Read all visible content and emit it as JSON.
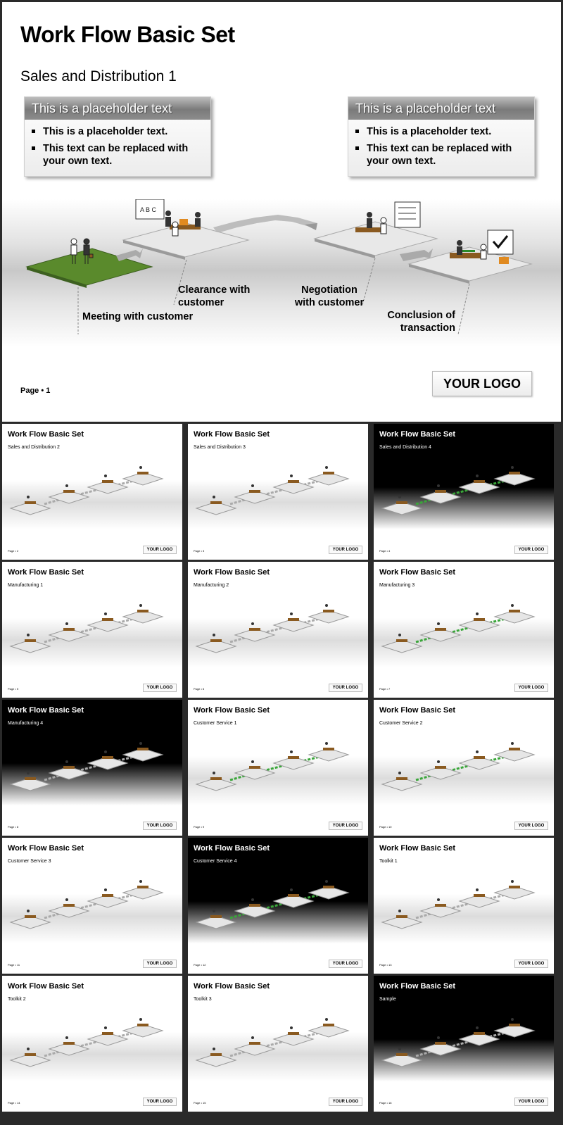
{
  "main": {
    "title": "Work Flow Basic Set",
    "subtitle": "Sales and Distribution 1",
    "placeholder_boxes": [
      {
        "header": "This is a placeholder text",
        "bullets": [
          "This is a placeholder text.",
          "This text can be replaced with your own text."
        ]
      },
      {
        "header": "This is a placeholder text",
        "bullets": [
          "This is a placeholder text.",
          "This text can be replaced with your own text."
        ]
      }
    ],
    "flow_labels": {
      "meeting": "Meeting with customer",
      "clearance": "Clearance with customer",
      "negotiation": "Negotiation with customer",
      "conclusion": "Conclusion of transaction"
    },
    "page": "Page • 1",
    "logo": "YOUR LOGO",
    "colors": {
      "accent_green": "#5a8a2c",
      "header_gray": "#8c8c8c"
    }
  },
  "thumbnails": [
    {
      "title": "Work Flow Basic Set",
      "subtitle": "Sales and Distribution 2",
      "logo": "YOUR LOGO",
      "page": "Page • 2",
      "dark": false
    },
    {
      "title": "Work Flow Basic Set",
      "subtitle": "Sales and Distribution 3",
      "logo": "YOUR LOGO",
      "page": "Page • 3",
      "dark": false
    },
    {
      "title": "Work Flow Basic Set",
      "subtitle": "Sales and Distribution 4",
      "logo": "YOUR LOGO",
      "page": "Page • 4",
      "dark": true
    },
    {
      "title": "Work Flow Basic Set",
      "subtitle": "Manufacturing 1",
      "logo": "YOUR LOGO",
      "page": "Page • 5",
      "dark": false
    },
    {
      "title": "Work Flow Basic Set",
      "subtitle": "Manufacturing 2",
      "logo": "YOUR LOGO",
      "page": "Page • 6",
      "dark": false
    },
    {
      "title": "Work Flow Basic Set",
      "subtitle": "Manufacturing 3",
      "logo": "YOUR LOGO",
      "page": "Page • 7",
      "dark": false
    },
    {
      "title": "Work Flow Basic Set",
      "subtitle": "Manufacturing 4",
      "logo": "YOUR LOGO",
      "page": "Page • 8",
      "dark": true
    },
    {
      "title": "Work Flow Basic Set",
      "subtitle": "Customer Service 1",
      "logo": "YOUR LOGO",
      "page": "Page • 9",
      "dark": false
    },
    {
      "title": "Work Flow Basic Set",
      "subtitle": "Customer Service 2",
      "logo": "YOUR LOGO",
      "page": "Page • 10",
      "dark": false
    },
    {
      "title": "Work Flow Basic Set",
      "subtitle": "Customer Service 3",
      "logo": "YOUR LOGO",
      "page": "Page • 11",
      "dark": false
    },
    {
      "title": "Work Flow Basic Set",
      "subtitle": "Customer Service 4",
      "logo": "YOUR LOGO",
      "page": "Page • 12",
      "dark": true
    },
    {
      "title": "Work Flow Basic Set",
      "subtitle": "Toolkit 1",
      "logo": "YOUR LOGO",
      "page": "Page • 13",
      "dark": false
    },
    {
      "title": "Work Flow Basic Set",
      "subtitle": "Toolkit 2",
      "logo": "YOUR LOGO",
      "page": "Page • 14",
      "dark": false
    },
    {
      "title": "Work Flow Basic Set",
      "subtitle": "Toolkit 3",
      "logo": "YOUR LOGO",
      "page": "Page • 15",
      "dark": false
    },
    {
      "title": "Work Flow Basic Set",
      "subtitle": "Sample",
      "logo": "YOUR LOGO",
      "page": "Page • 16",
      "dark": true
    }
  ]
}
